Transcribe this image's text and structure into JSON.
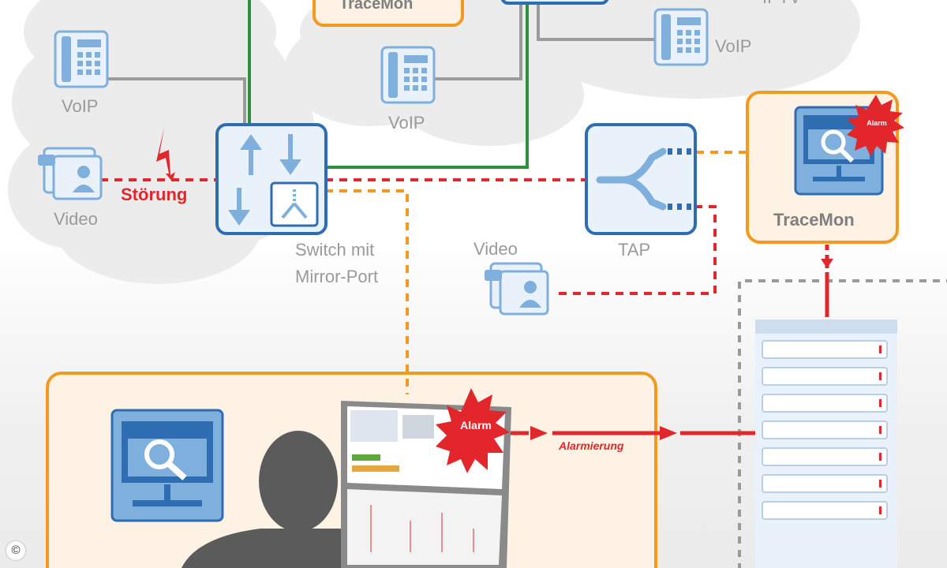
{
  "labels": {
    "voip_left": "VoIP",
    "voip_center": "VoIP",
    "voip_right": "VoIP",
    "iptv": "IPTV",
    "video_left": "Video",
    "video_center": "Video",
    "stoerung": "Störung",
    "switch_line1": "Switch mit",
    "switch_line2": "Mirror-Port",
    "tap": "TAP",
    "tracemon_top": "TraceMon",
    "tracemon_right": "TraceMon",
    "alarm_monitor": "Alarm",
    "alarm_tracemon": "Alarm",
    "alarmierung": "Alarmierung",
    "copyright": "©"
  },
  "colors": {
    "cloud_fill": "#ececec",
    "device_fill": "#e9f1fa",
    "device_stroke": "#2f6db3",
    "icon_blue": "#7fb0dd",
    "tracemon_frame": "#f39a1e",
    "tracemon_fill": "#fdf2e3",
    "disturbance_red": "#e3262b",
    "link_green": "#2f8f3a",
    "mirror_orange": "#f39a1e",
    "link_gray": "#9a9a9a"
  },
  "icons": [
    "phone-icon",
    "video-icon",
    "switch-icon",
    "tap-icon",
    "monitor-search-icon",
    "lightning-icon",
    "alarm-burst-icon",
    "server-rack-icon",
    "person-icon",
    "laptop-icon"
  ]
}
